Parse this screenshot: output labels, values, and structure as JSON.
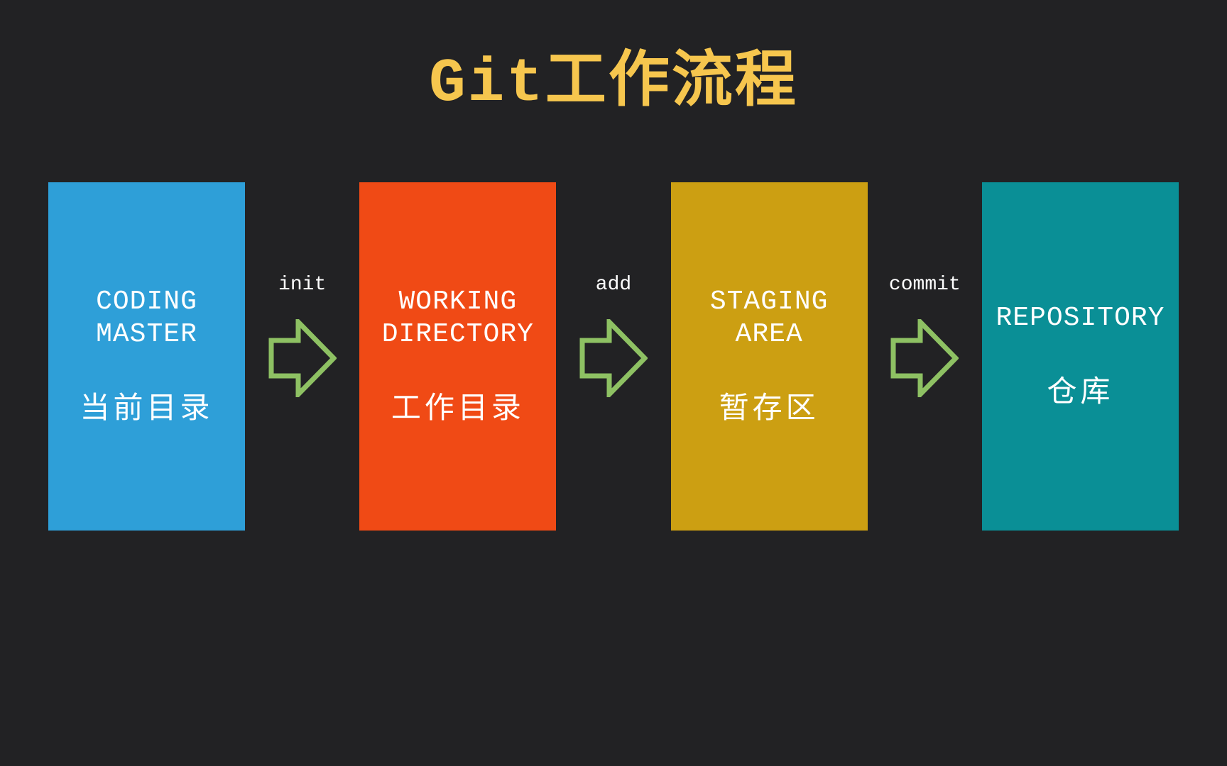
{
  "title": "Git工作流程",
  "colors": {
    "background": "#222224",
    "title": "#f6c64e",
    "arrow": "#8ec163",
    "text": "#ffffff"
  },
  "stages": [
    {
      "en1": "CODING",
      "en2": "MASTER",
      "zh": "当前目录",
      "color": "#2e9fd8"
    },
    {
      "en1": "WORKING",
      "en2": "DIRECTORY",
      "zh": "工作目录",
      "color": "#f04a15"
    },
    {
      "en1": "STAGING",
      "en2": "AREA",
      "zh": "暂存区",
      "color": "#cc9f12"
    },
    {
      "en1": "REPOSITORY",
      "zh": "仓库",
      "color": "#0a8f96"
    }
  ],
  "transitions": [
    {
      "label": "init"
    },
    {
      "label": "add"
    },
    {
      "label": "commit"
    }
  ]
}
